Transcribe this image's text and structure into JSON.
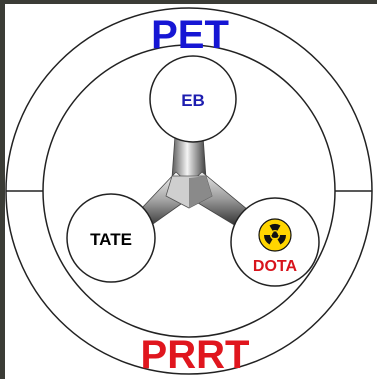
{
  "diagram": {
    "outer_top_label": "PET",
    "outer_bottom_label": "PRRT",
    "nodes": {
      "top": "EB",
      "left": "TATE",
      "right": "DOTA"
    },
    "colors": {
      "pet": "#1616d4",
      "prrt": "#e0161e",
      "eb": "#1e1eb0",
      "tate": "#000000",
      "dota": "#d8141c",
      "radiation_yellow": "#ffd500",
      "background": "#3b3c36"
    },
    "icons": {
      "radiation": "radiation-icon"
    }
  }
}
